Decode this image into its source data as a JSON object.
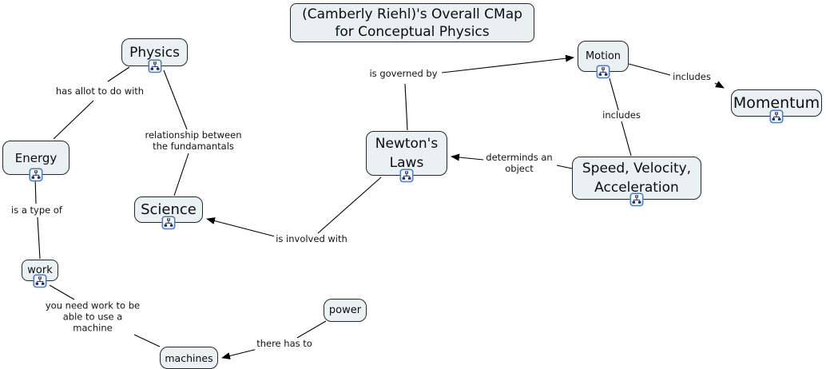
{
  "title": "(Camberly Riehl)'s Overall CMap\nfor Conceptual Physics",
  "nodes": {
    "physics": "Physics",
    "energy": "Energy",
    "science": "Science",
    "work": "work",
    "machines": "machines",
    "power": "power",
    "newtons_laws": "Newton's\nLaws",
    "motion": "Motion",
    "momentum": "Momentum",
    "speed_velocity_acceleration": "Speed, Velocity,\nAcceleration"
  },
  "links": {
    "has_allot_to_do_with": "has allot to do with",
    "relationship_between": "relationship between\nthe fundamantals",
    "is_a_type_of": "is a type of",
    "you_need_work": "you need work to be\nable to use a\nmachine",
    "there_has_to": "there has to",
    "is_involved_with": "is involved with",
    "is_governed_by": "is governed by",
    "includes_momentum": "includes",
    "includes_sva": "includes",
    "determinds_an_object": "determinds an\nobject"
  },
  "icons": {
    "node_resource": "cmap-resource-link-icon"
  },
  "colors": {
    "node_fill": "#e9f1f3",
    "node_border": "#23282c",
    "edge_line": "#000000",
    "icon_border": "#4f7fc2",
    "icon_glyph": "#232a63",
    "icon_accent": "#f5d34f"
  }
}
